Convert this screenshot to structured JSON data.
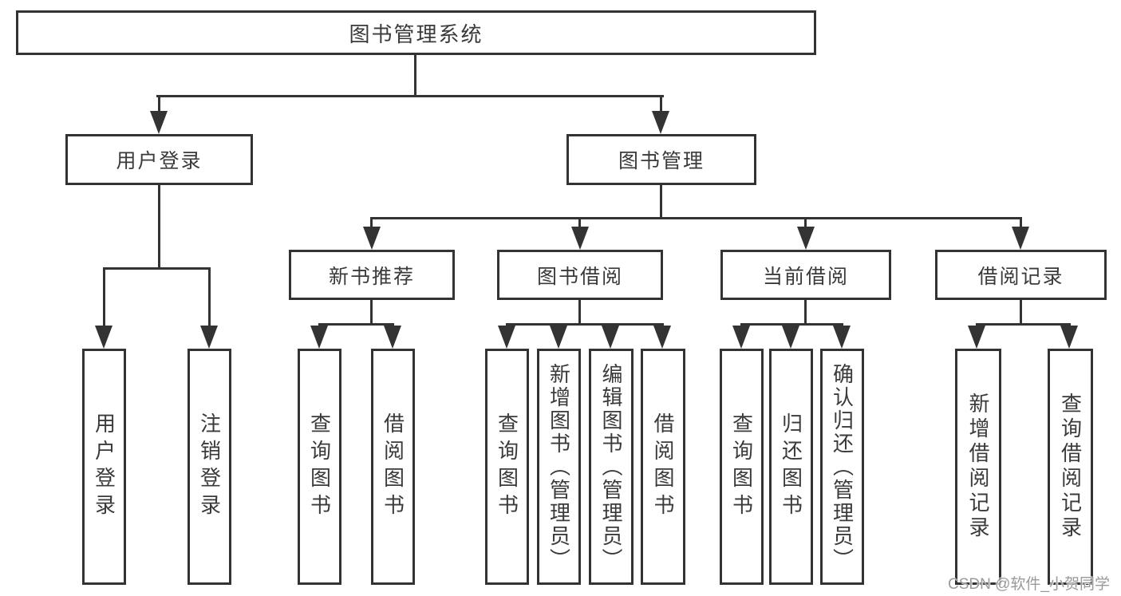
{
  "diagram_title": "图书管理系统",
  "tree": {
    "root": {
      "label": "图书管理系统"
    },
    "children": [
      {
        "label": "用户登录",
        "children": [
          {
            "label": "用户登录"
          },
          {
            "label": "注销登录"
          }
        ]
      },
      {
        "label": "图书管理",
        "children": [
          {
            "label": "新书推荐",
            "children": [
              {
                "label": "查询图书"
              },
              {
                "label": "借阅图书"
              }
            ]
          },
          {
            "label": "图书借阅",
            "children": [
              {
                "label": "查询图书"
              },
              {
                "label": "新增图书（管理员）"
              },
              {
                "label": "编辑图书（管理员）"
              },
              {
                "label": "借阅图书"
              }
            ]
          },
          {
            "label": "当前借阅",
            "children": [
              {
                "label": "查询图书"
              },
              {
                "label": "归还图书"
              },
              {
                "label": "确认归还（管理员）"
              }
            ]
          },
          {
            "label": "借阅记录",
            "children": [
              {
                "label": "新增借阅记录"
              },
              {
                "label": "查询借阅记录"
              }
            ]
          }
        ]
      }
    ]
  },
  "watermark": {
    "text": "CSDN @软件_小贺同学"
  },
  "colors": {
    "line": "#333333",
    "box_border": "#333333",
    "text": "#3a3a3a",
    "background": "#ffffff",
    "watermark": "#9a9a9a"
  }
}
